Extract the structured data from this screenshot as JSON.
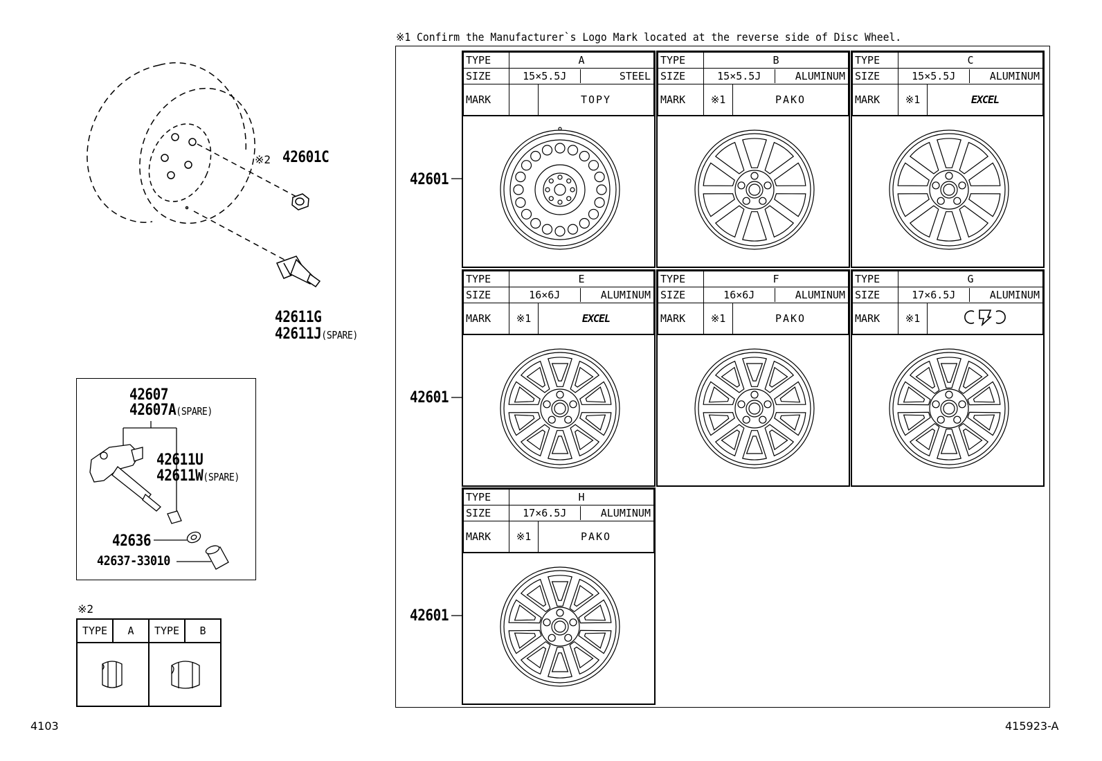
{
  "note": "※1  Confirm the Manufacturer`s Logo Mark located at the reverse side of Disc Wheel.",
  "parts": {
    "nut": "42601C",
    "nut_note_mark": "※2",
    "valve_1": "42611G",
    "valve_2": "42611J",
    "valve_2_suffix": "(SPARE)",
    "sensor_1": "42607",
    "sensor_2": "42607A",
    "sensor_2_suffix": "(SPARE)",
    "valve_core_1": "42611U",
    "valve_core_2": "42611W",
    "valve_core_2_suffix": "(SPARE)",
    "washer": "42636",
    "cap": "42637-33010",
    "wheel_row1": "42601",
    "wheel_row2": "42601",
    "wheel_row3": "42601"
  },
  "labels": {
    "type": "TYPE",
    "size": "SIZE",
    "mark": "MARK",
    "ref_mark": "※1"
  },
  "wheels": [
    {
      "type": "A",
      "size": "15×5.5J",
      "material": "STEEL",
      "mark": "TOPY",
      "ref": "",
      "style": "steel"
    },
    {
      "type": "B",
      "size": "15×5.5J",
      "material": "ALUMINUM",
      "mark": "PAKO",
      "ref": "※1",
      "style": "five"
    },
    {
      "type": "C",
      "size": "15×5.5J",
      "material": "ALUMINUM",
      "mark": "EXCEL",
      "ref": "※1",
      "style": "five"
    },
    {
      "type": "E",
      "size": "16×6J",
      "material": "ALUMINUM",
      "mark": "EXCEL",
      "ref": "※1",
      "style": "ten"
    },
    {
      "type": "F",
      "size": "16×6J",
      "material": "ALUMINUM",
      "mark": "PAKO",
      "ref": "※1",
      "style": "ten"
    },
    {
      "type": "G",
      "size": "17×6.5J",
      "material": "ALUMINUM",
      "mark": "",
      "ref": "※1",
      "style": "ten2"
    },
    {
      "type": "H",
      "size": "17×6.5J",
      "material": "ALUMINUM",
      "mark": "PAKO",
      "ref": "※1",
      "style": "ten2"
    }
  ],
  "nut_types": {
    "title": "※2",
    "type_label": "TYPE",
    "a": "A",
    "b": "B"
  },
  "footer": {
    "left": "4103",
    "right": "415923-A"
  }
}
